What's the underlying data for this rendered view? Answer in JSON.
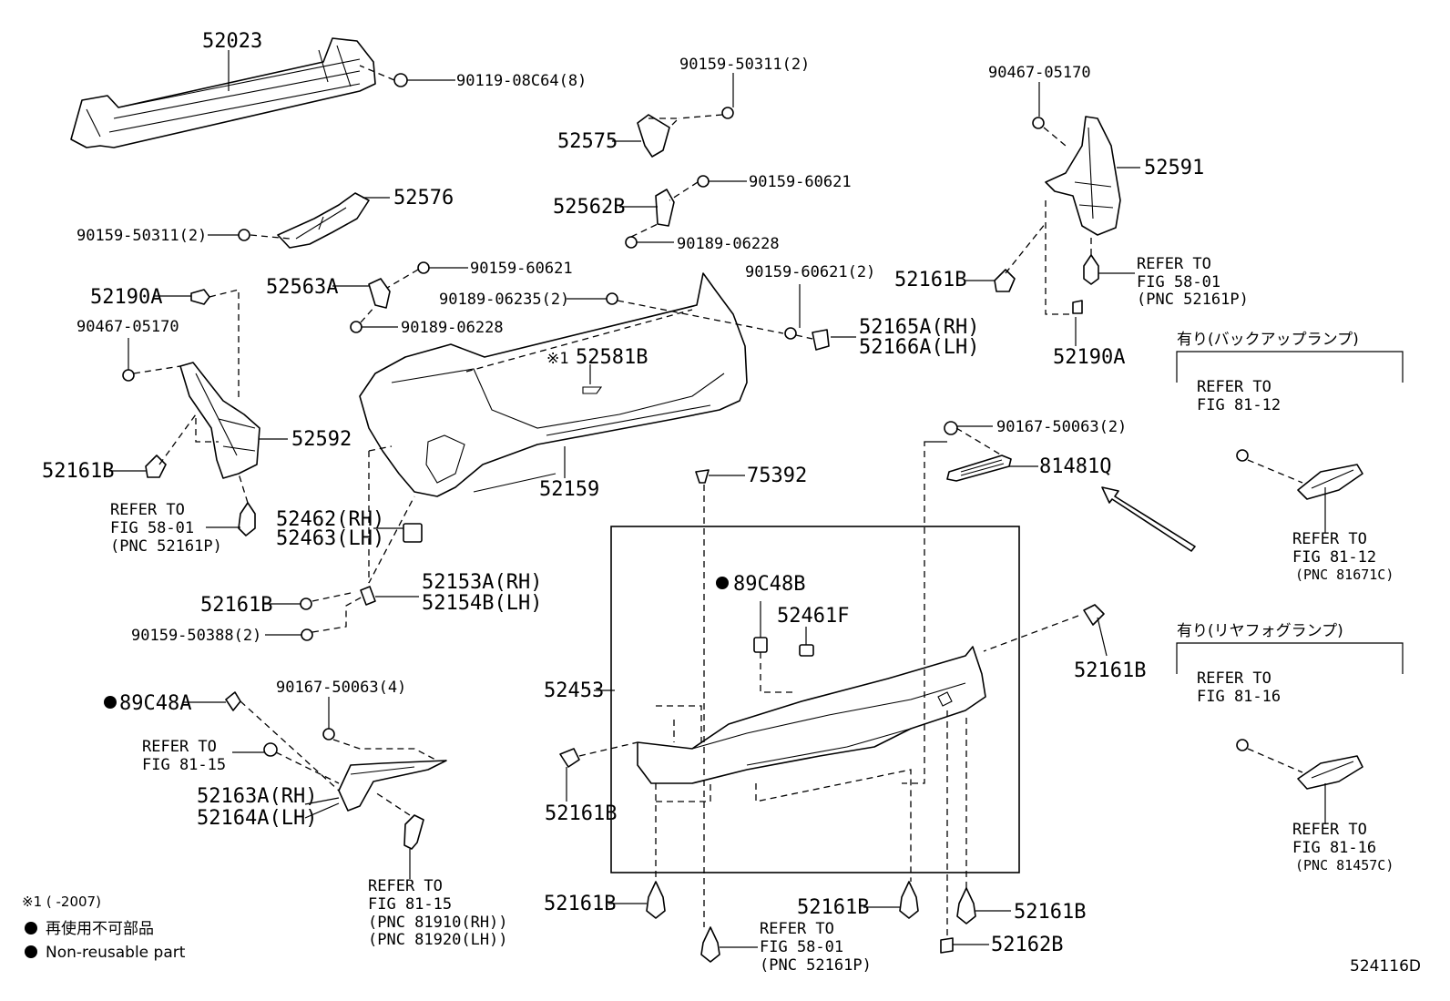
{
  "figure_code": "524116D",
  "footnote_code": "※1 (      -2007)",
  "legend": {
    "jp": "再使用不可部品",
    "en": "Non-reusable part"
  },
  "group_headers": {
    "backup_lamp": "有り(バックアップランプ)",
    "rear_fog_lamp": "有り(リヤフォグランプ)"
  },
  "refer_to": "REFER TO",
  "callouts": {
    "c52023": "52023",
    "c90119": "90119-08C64(8)",
    "c90159_503_top": "90159-50311(2)",
    "c52575": "52575",
    "c90467_right": "90467-05170",
    "c52591": "52591",
    "c52576": "52576",
    "c52562B": "52562B",
    "c90159_606_mid": "90159-60621",
    "c90189_062_mid": "90189-06228",
    "c90159_503_left": "90159-50311(2)",
    "c52563A": "52563A",
    "c90159_606_small": "90159-60621",
    "c90189_062_small": "90189-06228",
    "c52190A_left": "52190A",
    "c90467_left": "90467-05170",
    "c90189_06235": "90189-06235(2)",
    "c90159_606_2": "90159-60621(2)",
    "c52165A": "52165A(RH)",
    "c52166A": "52166A(LH)",
    "c52161B_right_top": "52161B",
    "c52190A_right": "52190A",
    "fig5801_right_a": "FIG 58-01",
    "fig5801_right_b": "(PNC 52161P)",
    "c52581B_mark": "※1",
    "c52581B": "52581B",
    "c52592": "52592",
    "c52161B_left": "52161B",
    "fig5801_left_a": "FIG 58-01",
    "fig5801_left_b": "(PNC 52161P)",
    "c52159": "52159",
    "c52462": "52462(RH)",
    "c52463": "52463(LH)",
    "c90167_2": "90167-50063(2)",
    "c81481Q": "81481Q",
    "c75392": "75392",
    "fig8112_top": "FIG 81-12",
    "fig8112_bot_a": "FIG 81-12",
    "fig8112_bot_b": "(PNC 81671C)",
    "c52153A": "52153A(RH)",
    "c52154B": "52154B(LH)",
    "c52161B_bracket": "52161B",
    "c90159_50388": "90159-50388(2)",
    "c89C48B": "89C48B",
    "c52461F": "52461F",
    "c52453": "52453",
    "c52161B_box_r": "52161B",
    "c89C48A": "89C48A",
    "c90167_4": "90167-50063(4)",
    "fig8115_a": "FIG 81-15",
    "c52163A": "52163A(RH)",
    "c52164A": "52164A(LH)",
    "c52161B_box_l": "52161B",
    "fig8116_top": "FIG 81-16",
    "fig8116_bot_a": "FIG 81-16",
    "fig8116_bot_b": "(PNC 81457C)",
    "fig8115_b": "FIG 81-15",
    "pnc81910": "(PNC 81910(RH))",
    "pnc81920": "(PNC 81920(LH))",
    "c52161B_bot1": "52161B",
    "c52161B_bot2": "52161B",
    "c52161B_bot3": "52161B",
    "fig5801_bot_a": "FIG 58-01",
    "fig5801_bot_b": "(PNC 52161P)",
    "c52162B": "52162B"
  }
}
